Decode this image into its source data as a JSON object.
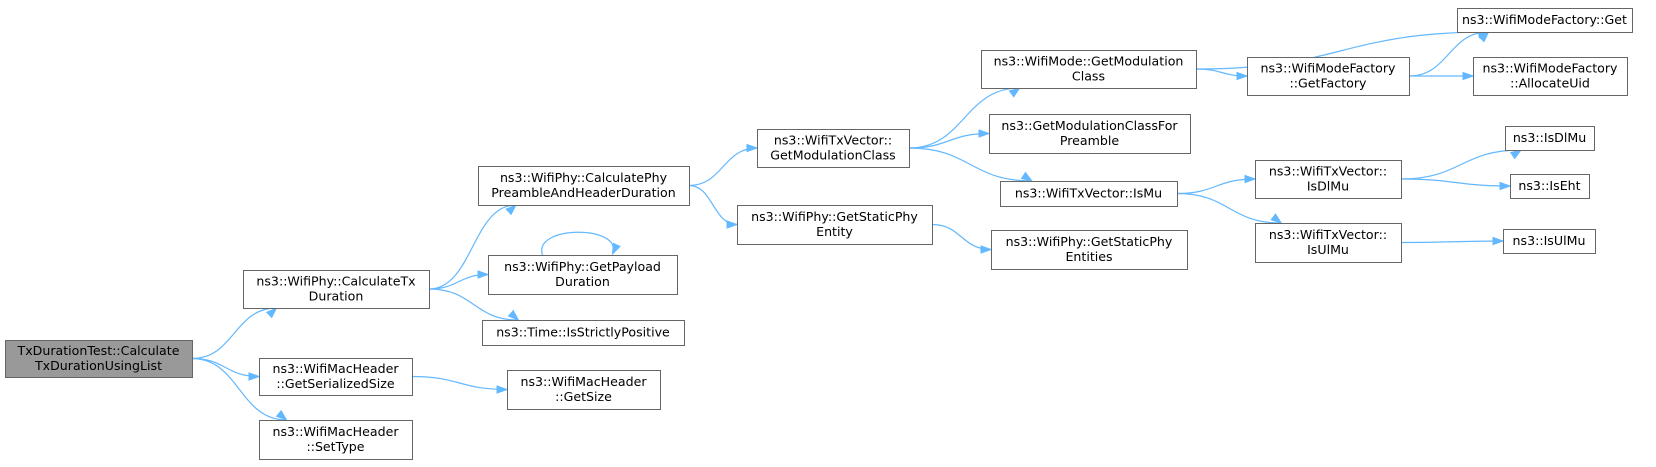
{
  "graph": {
    "edge_color": "#63b8ff",
    "root_fill": "#999999",
    "node_fill": "#ffffff",
    "border_color": "#666666",
    "nodes": [
      {
        "id": "root",
        "lines": [
          "TxDurationTest::Calculate",
          "TxDurationUsingList"
        ],
        "root": true
      },
      {
        "id": "calcTx",
        "lines": [
          "ns3::WifiPhy::CalculateTx",
          "Duration"
        ]
      },
      {
        "id": "getSerSize",
        "lines": [
          "ns3::WifiMacHeader",
          "::GetSerializedSize"
        ]
      },
      {
        "id": "setType",
        "lines": [
          "ns3::WifiMacHeader",
          "::SetType"
        ]
      },
      {
        "id": "calcPhyPre",
        "lines": [
          "ns3::WifiPhy::CalculatePhy",
          "PreambleAndHeaderDuration"
        ]
      },
      {
        "id": "getPayload",
        "lines": [
          "ns3::WifiPhy::GetPayload",
          "Duration"
        ]
      },
      {
        "id": "isStrictPos",
        "lines": [
          "ns3::Time::IsStrictlyPositive"
        ]
      },
      {
        "id": "getSize",
        "lines": [
          "ns3::WifiMacHeader",
          "::GetSize"
        ]
      },
      {
        "id": "txvGetMod",
        "lines": [
          "ns3::WifiTxVector::",
          "GetModulationClass"
        ]
      },
      {
        "id": "getStaticPhyEntity",
        "lines": [
          "ns3::WifiPhy::GetStaticPhy",
          "Entity"
        ]
      },
      {
        "id": "modeGetMod",
        "lines": [
          "ns3::WifiMode::GetModulation",
          "Class"
        ]
      },
      {
        "id": "getModForPre",
        "lines": [
          "ns3::GetModulationClassFor",
          "Preamble"
        ]
      },
      {
        "id": "txvIsMu",
        "lines": [
          "ns3::WifiTxVector::IsMu"
        ]
      },
      {
        "id": "getStaticPhyEntities",
        "lines": [
          "ns3::WifiPhy::GetStaticPhy",
          "Entities"
        ]
      },
      {
        "id": "factoryGetFactory",
        "lines": [
          "ns3::WifiModeFactory",
          "::GetFactory"
        ]
      },
      {
        "id": "txvIsDlMu",
        "lines": [
          "ns3::WifiTxVector::",
          "IsDlMu"
        ]
      },
      {
        "id": "txvIsUlMu",
        "lines": [
          "ns3::WifiTxVector::",
          "IsUlMu"
        ]
      },
      {
        "id": "factoryGet",
        "lines": [
          "ns3::WifiModeFactory::Get"
        ]
      },
      {
        "id": "factoryAlloc",
        "lines": [
          "ns3::WifiModeFactory",
          "::AllocateUid"
        ]
      },
      {
        "id": "isDlMu",
        "lines": [
          "ns3::IsDlMu"
        ]
      },
      {
        "id": "isEht",
        "lines": [
          "ns3::IsEht"
        ]
      },
      {
        "id": "isUlMu",
        "lines": [
          "ns3::IsUlMu"
        ]
      }
    ],
    "edges": [
      [
        "root",
        "calcTx"
      ],
      [
        "root",
        "getSerSize"
      ],
      [
        "root",
        "setType"
      ],
      [
        "calcTx",
        "calcPhyPre"
      ],
      [
        "calcTx",
        "getPayload"
      ],
      [
        "calcTx",
        "isStrictPos"
      ],
      [
        "getPayload",
        "getPayload"
      ],
      [
        "getSerSize",
        "getSize"
      ],
      [
        "calcPhyPre",
        "txvGetMod"
      ],
      [
        "calcPhyPre",
        "getStaticPhyEntity"
      ],
      [
        "txvGetMod",
        "modeGetMod"
      ],
      [
        "txvGetMod",
        "getModForPre"
      ],
      [
        "txvGetMod",
        "txvIsMu"
      ],
      [
        "getStaticPhyEntity",
        "getStaticPhyEntities"
      ],
      [
        "modeGetMod",
        "factoryGet"
      ],
      [
        "modeGetMod",
        "factoryGetFactory"
      ],
      [
        "factoryGetFactory",
        "factoryGet"
      ],
      [
        "factoryGetFactory",
        "factoryAlloc"
      ],
      [
        "txvIsMu",
        "txvIsDlMu"
      ],
      [
        "txvIsMu",
        "txvIsUlMu"
      ],
      [
        "txvIsDlMu",
        "isDlMu"
      ],
      [
        "txvIsDlMu",
        "isEht"
      ],
      [
        "txvIsUlMu",
        "isUlMu"
      ]
    ]
  }
}
